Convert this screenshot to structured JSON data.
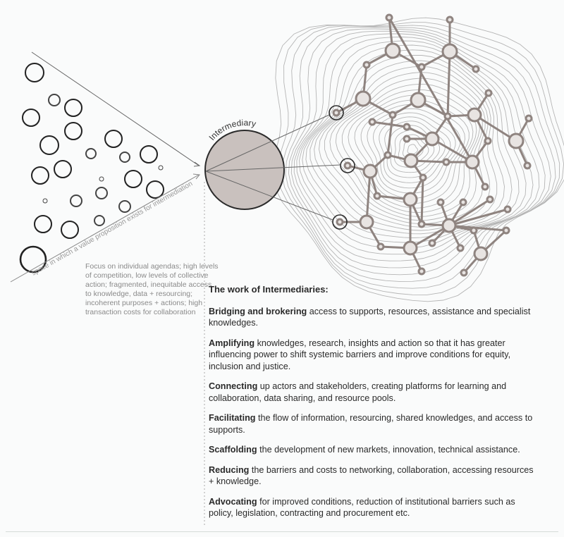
{
  "diagram": {
    "intermediary_label": "Intermediary",
    "wedge_label": "space in which a value proposition exists for intermediation",
    "left_note": "Focus on individual agendas; high levels of competition, low levels of collective action; fragmented, inequitable access to knowledge, data + resourcing; incoherent purposes + actions; high transaction costs for collaboration",
    "colors": {
      "intermediary_fill": "#c9c1be",
      "network": "#8f8480",
      "contours": "#b5b5b5",
      "outline": "#2b2b2b"
    }
  },
  "work": {
    "heading": "The work of Intermediaries:",
    "items": [
      {
        "term": "Bridging and brokering",
        "text": " access to supports, resources, assistance and specialist knowledges."
      },
      {
        "term": "Amplifying",
        "text": " knowledges, research, insights and action so that it has greater influencing power to shift systemic barriers and improve conditions for equity, inclusion and justice."
      },
      {
        "term": "Connecting",
        "text": " up actors and stakeholders, creating platforms for learning and collaboration, data sharing, and resource pools."
      },
      {
        "term": "Facilitating",
        "text": " the flow of information, resourcing, shared knowledges, and access to supports."
      },
      {
        "term": "Scaffolding",
        "text": " the development of new markets, innovation, technical assistance."
      },
      {
        "term": "Reducing",
        "text": " the barriers and costs to networking, collaboration, accessing resources + knowledge."
      },
      {
        "term": "Advocating",
        "text": " for improved conditions, reduction of institutional barriers such as policy, legislation, contracting and procurement etc."
      }
    ]
  }
}
